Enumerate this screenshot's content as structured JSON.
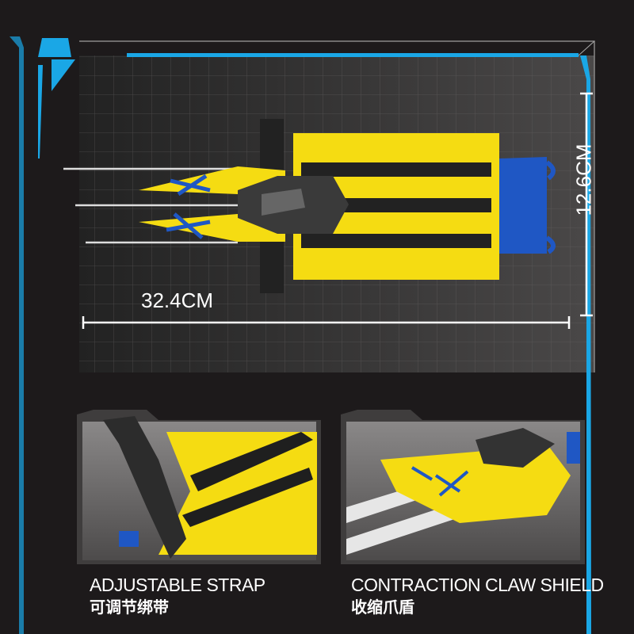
{
  "dimensions": {
    "width": "32.4CM",
    "height": "12.6CM"
  },
  "features": [
    {
      "title": "ADJUSTABLE STRAP",
      "subtitle": "可调节绑带"
    },
    {
      "title": "CONTRACTION CLAW SHIELD",
      "subtitle": "收缩爪盾"
    }
  ],
  "colors": {
    "background": "#1d1a1b",
    "accent": "#1aa7e6",
    "model_yellow": "#f5dc12",
    "model_blue": "#1f57c4"
  }
}
